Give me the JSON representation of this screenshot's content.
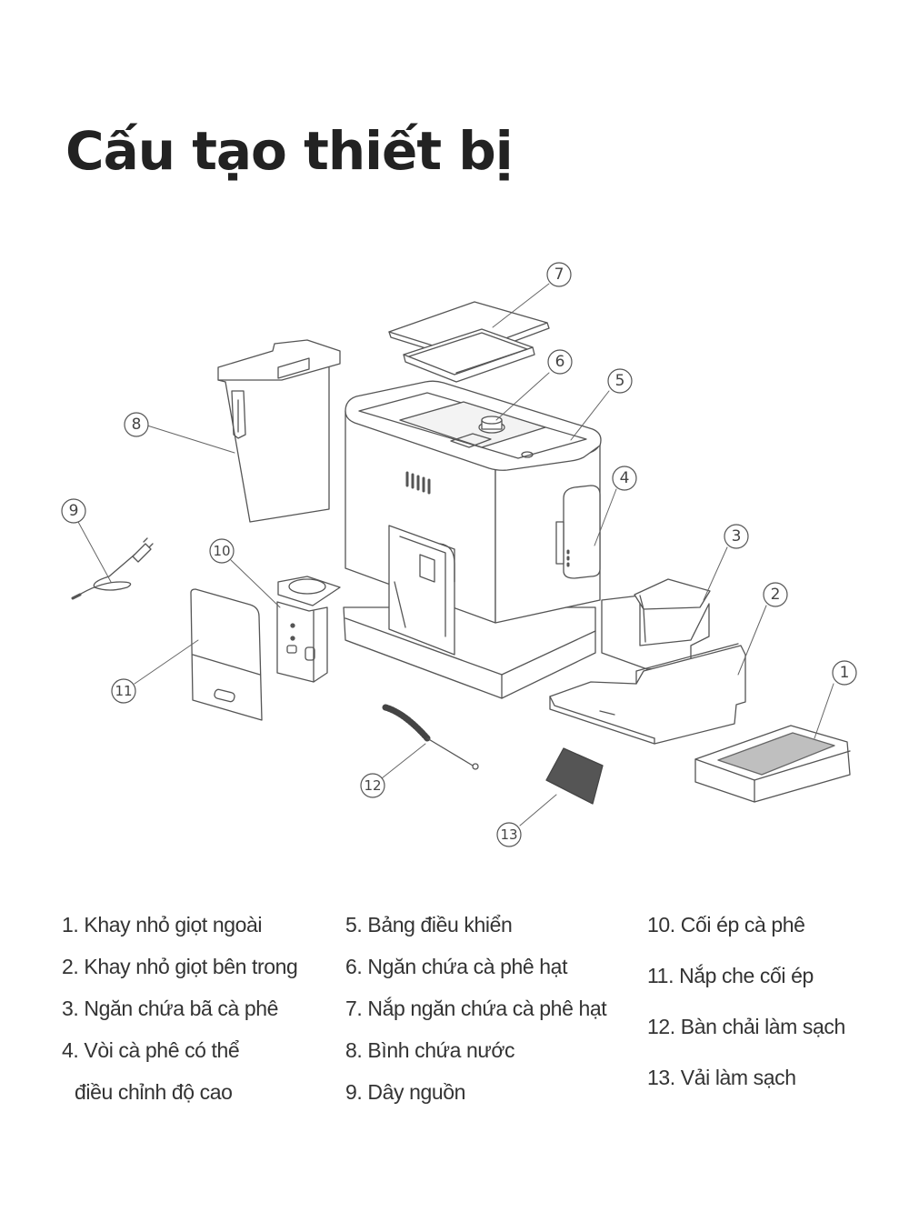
{
  "page": {
    "title": "Cấu tạo thiết bị"
  },
  "callouts": [
    "1",
    "2",
    "3",
    "4",
    "5",
    "6",
    "7",
    "8",
    "9",
    "10",
    "11",
    "12",
    "13"
  ],
  "legend": [
    {
      "num": "1.",
      "text": "Khay nhỏ giọt ngoài"
    },
    {
      "num": "2.",
      "text": "Khay nhỏ giọt bên trong"
    },
    {
      "num": "3.",
      "text": "Ngăn chứa bã cà phê"
    },
    {
      "num": "4.",
      "text": "Vòi cà phê có thể"
    },
    {
      "num": "",
      "text": "điều chỉnh độ cao"
    },
    {
      "num": "5.",
      "text": "Bảng điều khiển"
    },
    {
      "num": "6.",
      "text": "Ngăn chứa cà phê hạt"
    },
    {
      "num": "7.",
      "text": "Nắp ngăn chứa cà phê hạt"
    },
    {
      "num": "8.",
      "text": "Bình chứa nước"
    },
    {
      "num": "9.",
      "text": "Dây nguồn"
    },
    {
      "num": "10.",
      "text": "Cối ép cà phê"
    },
    {
      "num": "11.",
      "text": "Nắp che cối ép"
    },
    {
      "num": "12.",
      "text": "Bàn chải làm sạch"
    },
    {
      "num": "13.",
      "text": "Vải làm sạch"
    }
  ]
}
